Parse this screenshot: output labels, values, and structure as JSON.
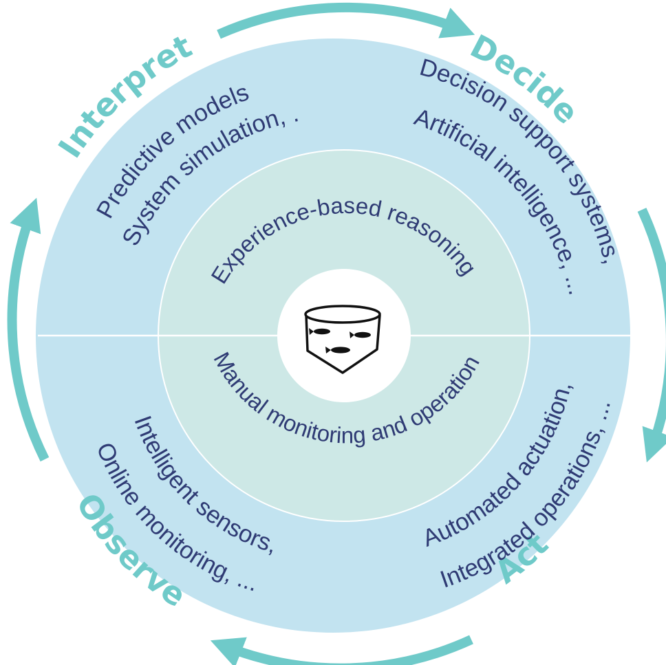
{
  "cycle": {
    "stages": {
      "interpret": "Interpret",
      "decide": "Decide",
      "act": "Act",
      "observe": "Observe"
    },
    "outer_ring": {
      "interpret_line1": "Predictive models,",
      "interpret_line2": "System simulation, ...",
      "decide_line1": "Decision support systems,",
      "decide_line2": "Artificial intelligence, ...",
      "act_line1": "Automated actuation,",
      "act_line2": "Integrated operations, ...",
      "observe_line1": "Intelligent sensors,",
      "observe_line2": "Online monitoring, ..."
    },
    "inner_ring": {
      "upper": "Experience-based reasoning",
      "lower": "Manual monitoring and operation"
    },
    "center": {
      "icon": "fish-tank-icon"
    }
  },
  "colors": {
    "outer_ring": "#c2e3f0",
    "inner_ring": "#cde8e6",
    "accent_teal": "#6fcac9",
    "text_navy": "#2f3b74",
    "divider": "#ffffff"
  }
}
